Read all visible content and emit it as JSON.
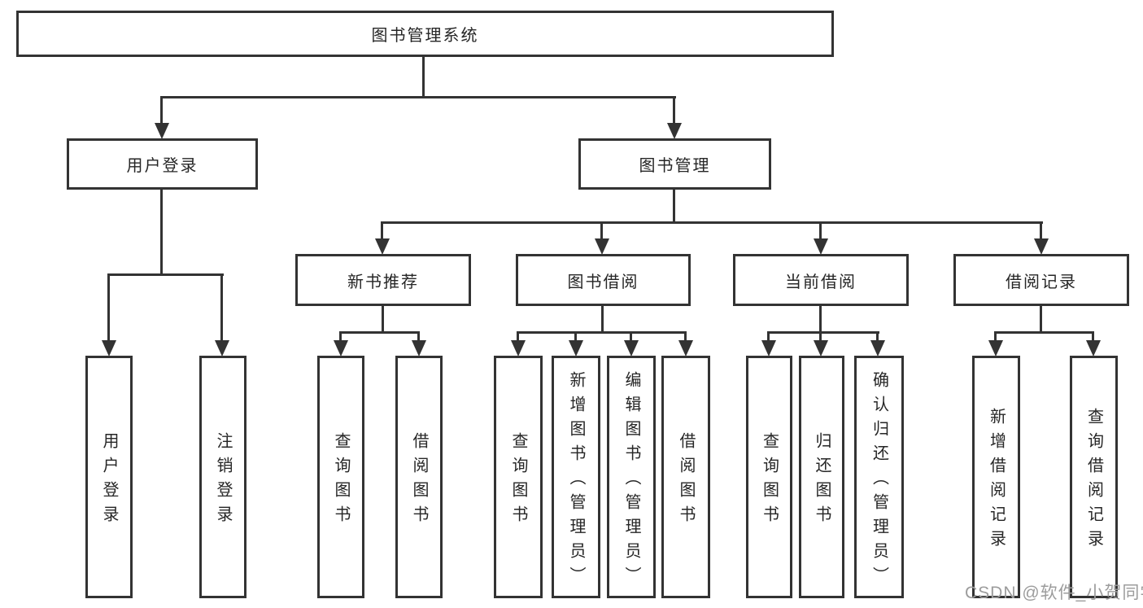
{
  "colors": {
    "line": "#333333",
    "text": "#262626",
    "box_background": "#ffffff",
    "watermark": "#9c9c9c"
  },
  "watermark": "CSDN @软件_小贺同学",
  "tree": {
    "root": "图书管理系统",
    "branches": [
      {
        "label": "用户登录",
        "children": [
          "用户登录",
          "注销登录"
        ]
      },
      {
        "label": "图书管理",
        "sections": [
          {
            "label": "新书推荐",
            "children": [
              "查询图书",
              "借阅图书"
            ]
          },
          {
            "label": "图书借阅",
            "children": [
              "查询图书",
              "新增图书（管理员）",
              "编辑图书（管理员）",
              "借阅图书"
            ]
          },
          {
            "label": "当前借阅",
            "children": [
              "查询图书",
              "归还图书",
              "确认归还（管理员）"
            ]
          },
          {
            "label": "借阅记录",
            "children": [
              "新增借阅记录",
              "查询借阅记录"
            ]
          }
        ]
      }
    ]
  }
}
